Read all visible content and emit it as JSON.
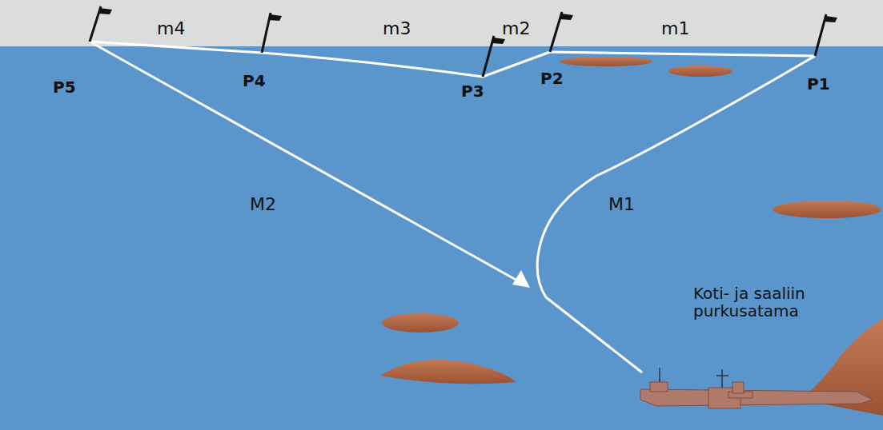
{
  "diagram": {
    "labels": [
      "m4",
      "m3",
      "m2",
      "m1",
      "P5",
      "P4",
      "P3",
      "P2",
      "P1",
      "M2",
      "M1",
      "Koti- ja saaliin purkusatama"
    ]
  }
}
